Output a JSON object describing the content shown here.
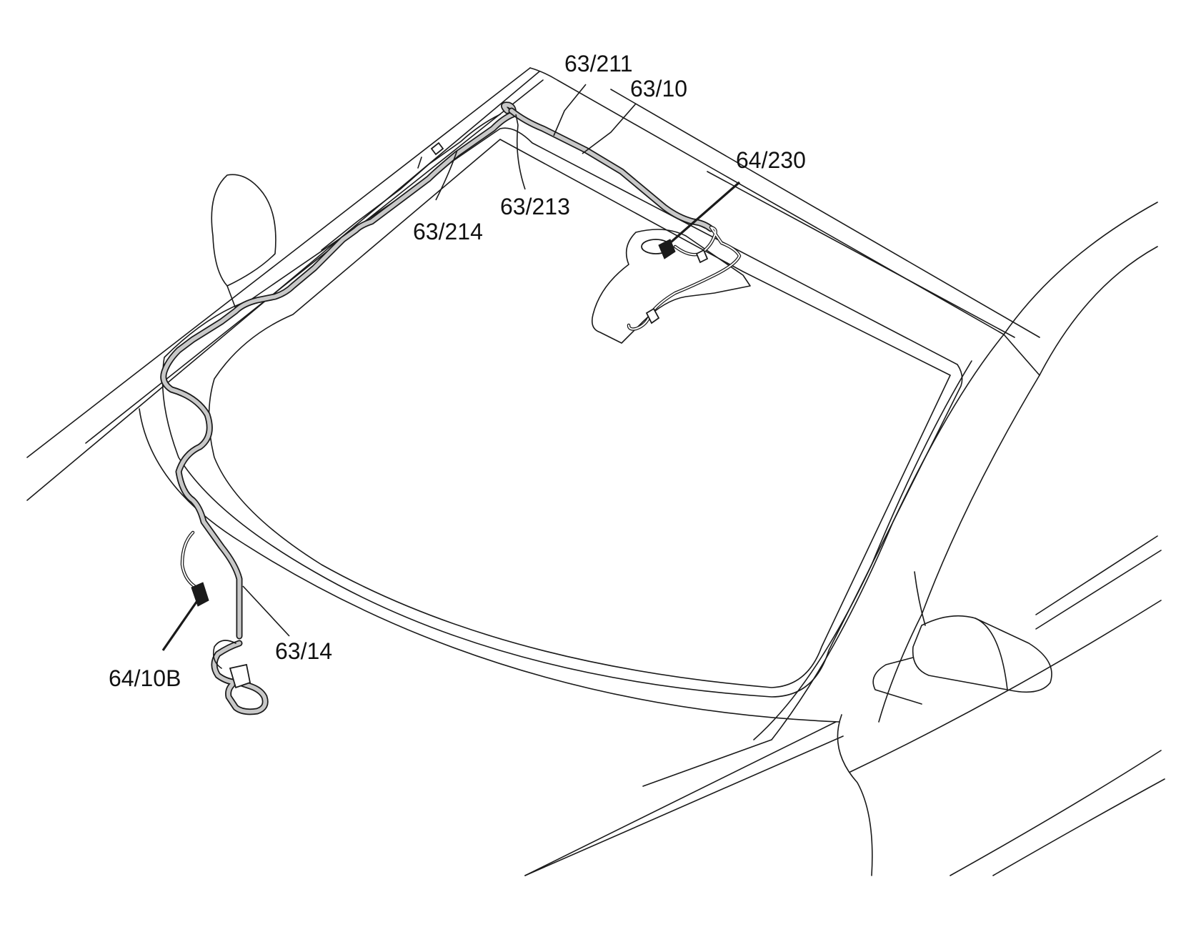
{
  "callouts": [
    {
      "id": "c-63-211",
      "label": "63/211"
    },
    {
      "id": "c-63-10",
      "label": "63/10"
    },
    {
      "id": "c-64-230",
      "label": "64/230"
    },
    {
      "id": "c-63-213",
      "label": "63/213"
    },
    {
      "id": "c-63-214",
      "label": "63/214"
    },
    {
      "id": "c-63-14",
      "label": "63/14"
    },
    {
      "id": "c-64-10b",
      "label": "64/10B"
    }
  ]
}
